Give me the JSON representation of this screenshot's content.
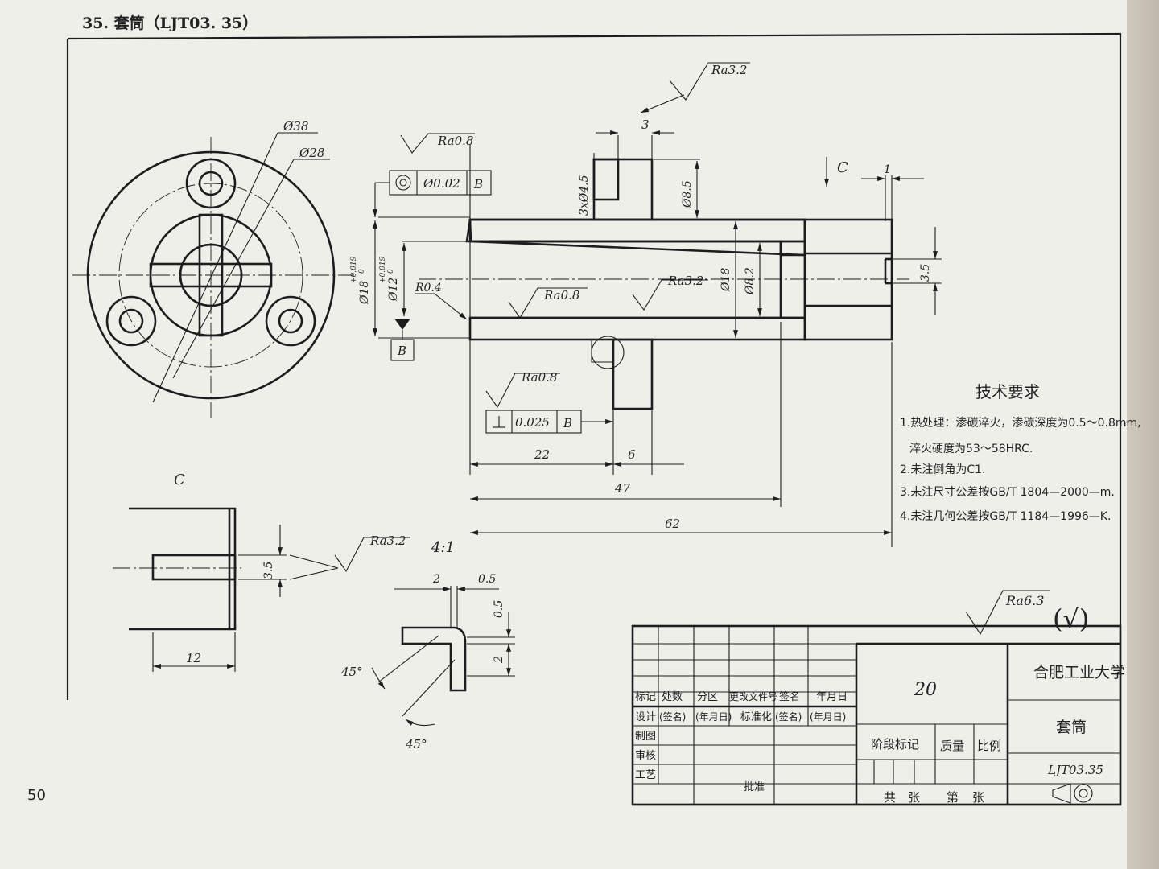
{
  "header": {
    "title": "35. 套筒（LJT03. 35）"
  },
  "page_number": "50",
  "dimensions": {
    "d38": "Ø38",
    "d28": "Ø28",
    "ra08_a": "Ra0.8",
    "tol_conc": "Ø0.02",
    "datum_b": "B",
    "d18": "Ø18",
    "d12": "Ø12",
    "tol_upper": "+0.019",
    "tol_lower": "0",
    "r04": "R0.4",
    "ra08_b": "Ra0.8",
    "ra32_top": "Ra3.2",
    "ra32_in": "Ra3.2",
    "three": "3",
    "holes": "3xØ4.5",
    "d85": "Ø8.5",
    "d18b": "Ø18",
    "d82": "Ø8.2",
    "view_c": "C",
    "one": "1",
    "slot35": "3.5",
    "ra08_c": "Ra0.8",
    "tol_perp": "0.025",
    "l22": "22",
    "l6": "6",
    "l47": "47",
    "l62": "62",
    "c_label": "C",
    "c_35": "3.5",
    "c_12": "12",
    "ra32_c": "Ra3.2",
    "scale": "4:1",
    "d_2a": "2",
    "d_05a": "0.5",
    "d_05b": "0.5",
    "d_2b": "2",
    "a45a": "45°",
    "a45b": "45°",
    "ra63": "Ra6.3",
    "check": "(√)"
  },
  "tech": {
    "title": "技术要求",
    "l1": "1.热处理：渗碳淬火，渗碳深度为0.5～0.8mm,",
    "l2": "淬火硬度为53～58HRC.",
    "l3": "2.未注倒角为C1.",
    "l4": "3.未注尺寸公差按GB/T 1804—2000—m.",
    "l5": "4.未注几何公差按GB/T 1184—1996—K."
  },
  "title_block": {
    "mark": "标记",
    "count": "处数",
    "zone": "分区",
    "doc": "更改文件号",
    "sign": "签名",
    "date": "年月日",
    "design": "设计",
    "sign2": "(签名)",
    "date2": "(年月日)",
    "std": "标准化",
    "sign3": "(签名)",
    "date3": "(年月日)",
    "draw": "制图",
    "check": "审核",
    "craft": "工艺",
    "approve": "批准",
    "material": "20",
    "stage": "阶段标记",
    "mass": "质量",
    "ratio": "比例",
    "sheets": "共",
    "sheet1": "张",
    "sheet_no": "第",
    "sheet2": "张",
    "school": "合肥工业大学",
    "part": "套筒",
    "code": "LJT03.35"
  }
}
